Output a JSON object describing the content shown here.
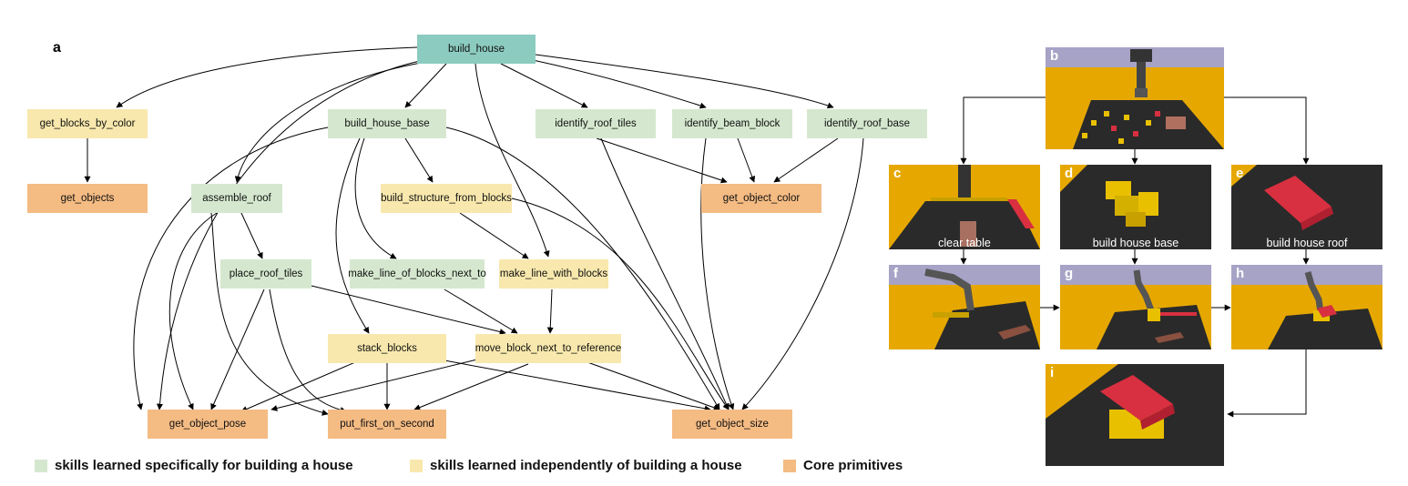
{
  "panel_a_label": "a",
  "nodes": {
    "build_house": "build_house",
    "get_blocks_by_color": "get_blocks_by_color",
    "get_objects": "get_objects",
    "build_house_base": "build_house_base",
    "assemble_roof": "assemble_roof",
    "build_structure_from_blocks": "build_structure_from_blocks",
    "identify_roof_tiles": "identify_roof_tiles",
    "identify_beam_block": "identify_beam_block",
    "identify_roof_base": "identify_roof_base",
    "get_object_color": "get_object_color",
    "place_roof_tiles": "place_roof_tiles",
    "make_line_of_blocks_next_to": "make_line_of_blocks_next_to",
    "make_line_with_blocks": "make_line_with_blocks",
    "stack_blocks": "stack_blocks",
    "move_block_next_to_reference": "move_block_next_to_reference",
    "get_object_pose": "get_object_pose",
    "put_first_on_second": "put_first_on_second",
    "get_object_size": "get_object_size"
  },
  "legend": {
    "green": "skills learned specifically for building a house",
    "yellow": "skills learned independently of building a house",
    "orange": "Core primitives"
  },
  "colors": {
    "teal": "#8ccbc0",
    "green": "#d5e8cf",
    "yellow": "#f8e8ad",
    "orange": "#f4bb83",
    "sim_yellow": "#e6a800",
    "sim_sky": "#a7a3c6",
    "table": "#2a2a2a"
  },
  "frames": {
    "b": {
      "label": "b",
      "caption": ""
    },
    "c": {
      "label": "c",
      "caption": "clear table"
    },
    "d": {
      "label": "d",
      "caption": "build house base"
    },
    "e": {
      "label": "e",
      "caption": "build house roof"
    },
    "f": {
      "label": "f",
      "caption": ""
    },
    "g": {
      "label": "g",
      "caption": ""
    },
    "h": {
      "label": "h",
      "caption": ""
    },
    "i": {
      "label": "i",
      "caption": ""
    }
  }
}
